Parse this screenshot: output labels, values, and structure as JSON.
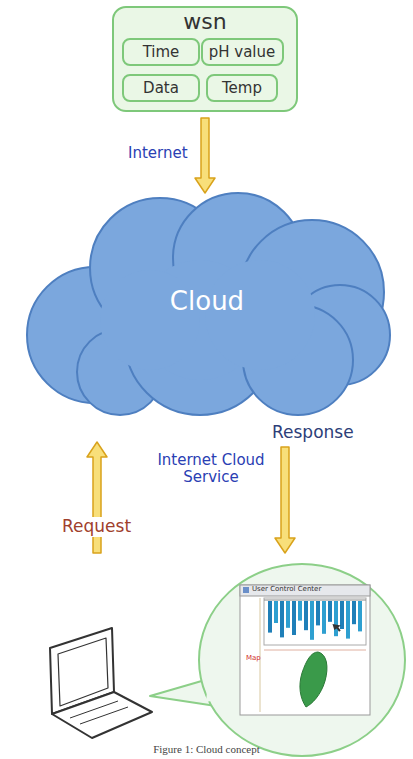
{
  "diagram": {
    "caption": "Figure 1: Cloud concept",
    "nodes": [
      {
        "text": [
          "wsn"
        ]
      },
      {
        "text": [
          "Time"
        ],
        "in": 0
      },
      {
        "text": [
          "pH value"
        ],
        "in": 0
      },
      {
        "text": [
          "Data"
        ],
        "in": 0
      },
      {
        "text": [
          "Temp"
        ],
        "in": 0
      },
      {
        "text": [
          "Cloud"
        ]
      },
      {
        "text": [
          "User Control Center",
          "Map"
        ]
      }
    ],
    "edges": [
      {
        "from": 0,
        "to": 5,
        "arrow": "to",
        "label": "Internet"
      },
      {
        "from": 5,
        "to": 6,
        "arrow": "to",
        "label": "Response"
      },
      {
        "from": 6,
        "to": 5,
        "arrow": "to",
        "label": "Request"
      }
    ],
    "labels": [
      "Internet Cloud Service"
    ]
  }
}
